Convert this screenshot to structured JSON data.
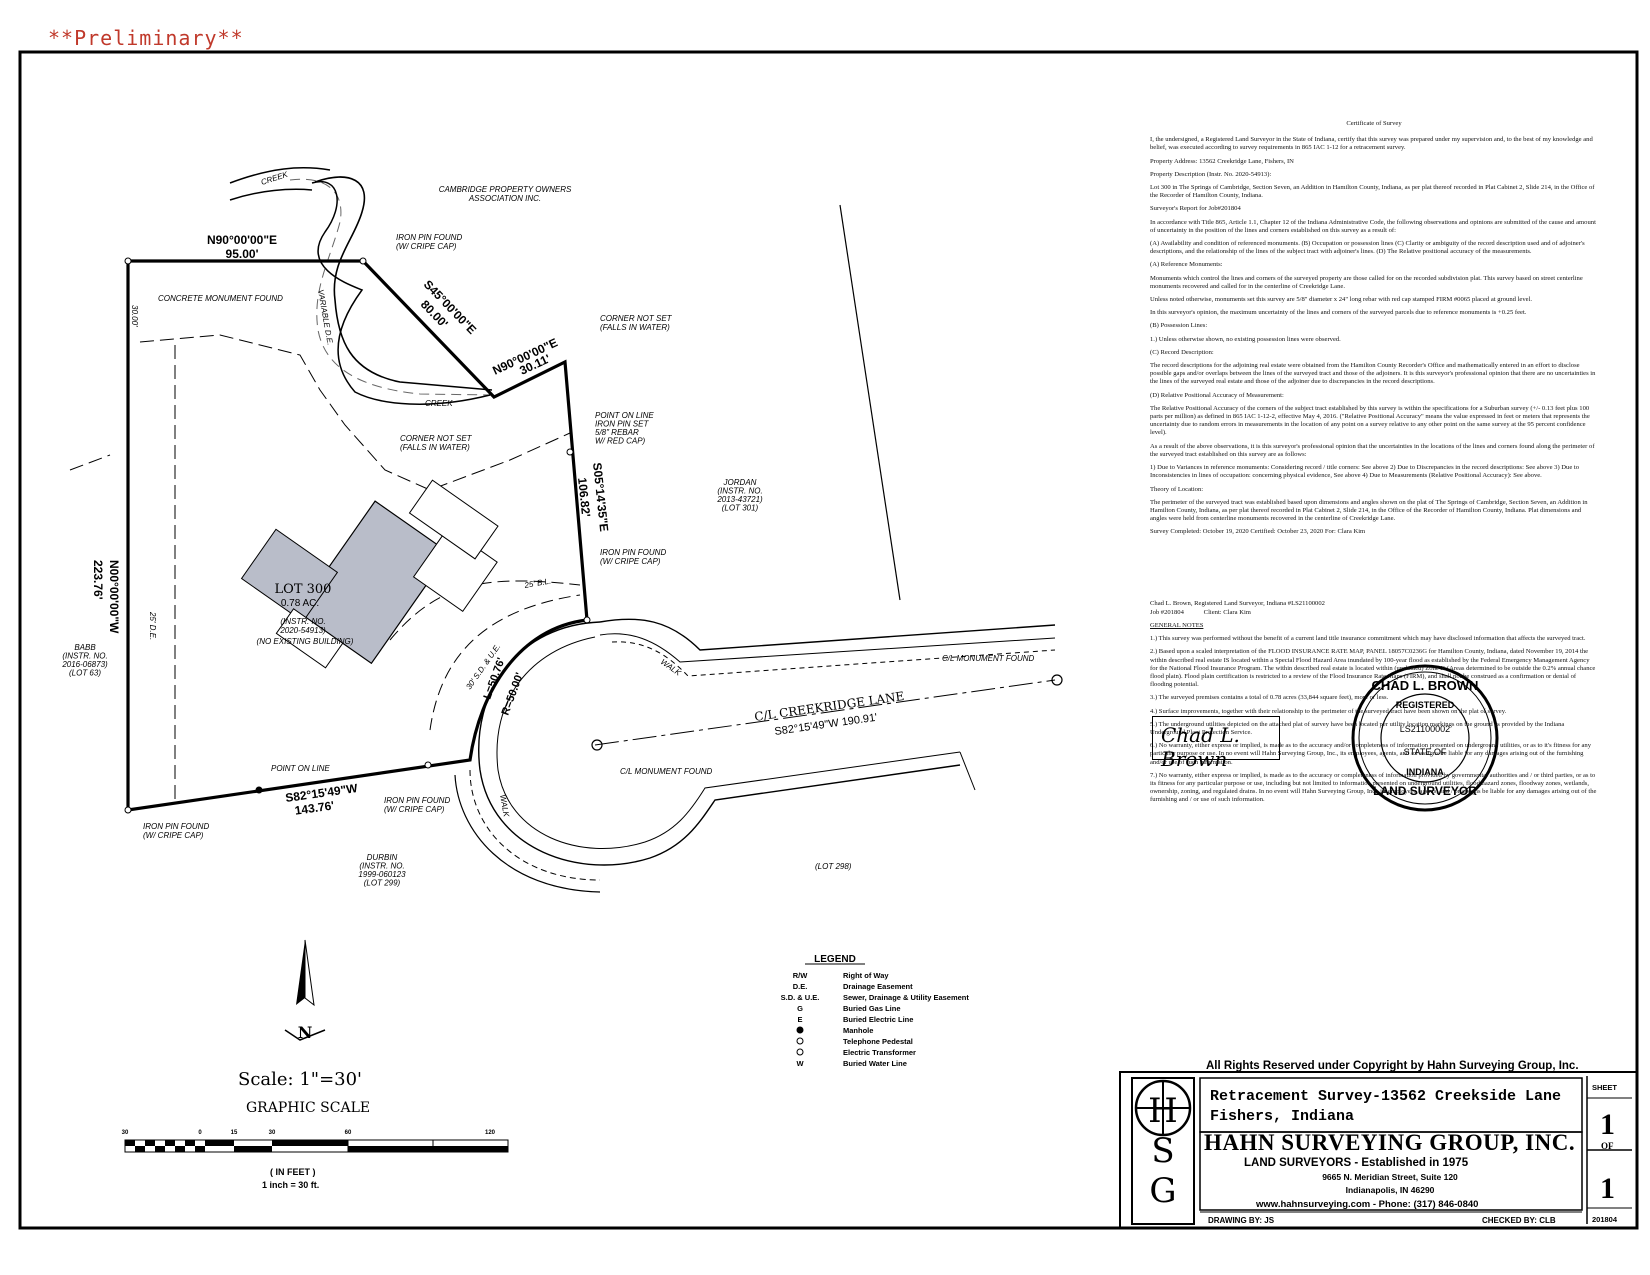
{
  "preliminary": "**Preliminary**",
  "certificate": {
    "title": "Certificate of Survey",
    "paragraphs": [
      "I, the undersigned, a Registered Land Surveyor in the State of Indiana, certify that this survey was prepared under my supervision and, to the best of my knowledge and belief, was executed according to survey requirements in 865 IAC 1-12 for a retracement survey.",
      "Property Address: 13562 Creekridge Lane, Fishers, IN",
      "Property Description (Instr. No. 2020-54913):",
      "Lot 300 in The Springs of Cambridge, Section Seven, an Addition in Hamilton County, Indiana, as per plat thereof recorded in Plat Cabinet 2, Slide 214, in the Office of the Recorder of Hamilton County, Indiana.",
      "Surveyor's Report for Job#201804",
      "In accordance with Title 865, Article 1.1, Chapter 12 of the Indiana Administrative Code, the following observations and opinions are submitted of the cause and amount of uncertainty in the position of the lines and corners established on this survey as a result of:",
      "(A) Availability and condition of referenced monuments. (B) Occupation or possession lines (C) Clarity or ambiguity of the record description used and of adjoiner's descriptions, and the relationship of the lines of the subject tract with adjoiner's lines. (D) The Relative positional accuracy of the measurements.",
      "(A) Reference Monuments:",
      "Monuments which control the lines and corners of the surveyed property are those called for on the recorded subdivision plat. This survey based on street centerline monuments recovered and called for in the centerline of Creekridge Lane.",
      "Unless noted otherwise, monuments set this survey are 5/8\" diameter x 24\" long rebar with red cap stamped FIRM #0065 placed at ground level.",
      "In this surveyor's opinion, the maximum uncertainty of the lines and corners of the surveyed parcels due to reference monuments is +0.25 feet.",
      "(B) Possession Lines:",
      "1.) Unless otherwise shown, no existing possession lines were observed.",
      "(C) Record Description:",
      "The record descriptions for the adjoining real estate were obtained from the Hamilton County Recorder's Office and mathematically entered in an effort to disclose possible gaps and/or overlaps between the lines of the surveyed tract and those of the adjoiners. It is this surveyor's professional opinion that there are no uncertainties in the lines of the surveyed real estate and those of the adjoiner due to discrepancies in the record descriptions.",
      "(D) Relative Positional Accuracy of Measurement:",
      "The Relative Positional Accuracy of the corners of the subject tract established by this survey is within the specifications for a Suburban survey (+/- 0.13 feet plus 100 parts per million) as defined in 865 IAC 1-12-2, effective May 4, 2016. (\"Relative Positional Accuracy\" means the value expressed in feet or meters that represents the uncertainty due to random errors in measurements in the location of any point on a survey relative to any other point on the same survey at the 95 percent confidence level).",
      "As a result of the above observations, it is this surveyor's professional opinion that the uncertainties in the locations of the lines and corners found along the perimeter of the surveyed tract established on this survey are as follows:",
      "1) Due to Variances in reference monuments: Considering record / title corners: See above 2) Due to Discrepancies in the record descriptions: See above 3) Due to Inconsistencies in lines of occupation: concerning physical evidence, See above 4) Due to Measurements (Relative Positional Accuracy): See above.",
      "Theory of Location:",
      "The perimeter of the surveyed tract was established based upon dimensions and angles shown on the plat of The Springs of Cambridge, Section Seven, an Addition in Hamilton County, Indiana, as per plat thereof recorded in Plat Cabinet 2, Slide 214, in the Office of the Recorder of Hamilton County, Indiana. Plat dimensions and angles were held from centerline monuments recovered in the centerline of Creekridge Lane.",
      "Survey Completed: October 19, 2020 Certified: October 23, 2020 For: Clara Kim"
    ],
    "signer": "Chad L. Brown, Registered Land Surveyor, Indiana #LS21100002",
    "job": "Job #201804",
    "client": "Client: Clara Kim",
    "notes_title": "GENERAL NOTES",
    "notes": [
      "1.) This survey was performed without the benefit of a current land title insurance commitment which may have disclosed information that affects the surveyed tract.",
      "2.) Based upon a scaled interpretation of the FLOOD INSURANCE RATE MAP, PANEL 18057C0236G for Hamilton County, Indiana, dated November 19, 2014 the within described real estate IS located within a Special Flood Hazard Area inundated by 100-year flood as established by the Federal Emergency Management Agency for the National Flood Insurance Program. The within described real estate is located within (unshaded) Zone X (Areas determined to be outside the 0.2% annual chance flood plain). Flood plain certification is restricted to a review of the Flood Insurance Rate Maps (FIRM), and shall not be construed as a confirmation or denial of flooding potential.",
      "3.) The surveyed premises contains a total of 0.78 acres (33,844 square feet), more or less.",
      "4.) Surface improvements, together with their relationship to the perimeter of the surveyed tract have been shown on the plat of survey.",
      "5.) The underground utilities depicted on the attached plat of survey have been located per utility location markings on the ground as provided by the Indiana Underground Plant Protection Service.",
      "6.) No warranty, either express or implied, is made as to the accuracy and/or completeness of information presented on underground utilities, or as to it's fitness for any particular purpose or use. In no event will Hahn Surveying Group, Inc., its employees, agents, and /or assigns be liable for any damages arising out of the furnishing and/or use of such information.",
      "7.) No warranty, either express or implied, is made as to the accuracy or completeness of information provided by governmental authorities and / or third parties, or as to its fitness for any particular purpose or use, including but not limited to information presented on underground utilities, flood hazard zones, floodway zones, wetlands, ownership, zoning, and regulated drains. In no event will Hahn Surveying Group, Inc., its employees, agents, and / or assigns be liable for any damages arising out of the furnishing and / or use of such information."
    ]
  },
  "seal": {
    "name": "CHAD L. BROWN",
    "registered": "REGISTERED",
    "number": "LS21100002",
    "state_of": "STATE OF",
    "state": "INDIANA",
    "profession": "LAND SURVEYOR"
  },
  "labels": {
    "creek_top": "CREEK",
    "creek_bottom": "CREEK",
    "cambridge": [
      "CAMBRIDGE PROPERTY OWNERS",
      "ASSOCIATION INC."
    ],
    "top_bearing": "N90°00'00\"E",
    "top_distance": "95.00'",
    "iron_pin_top": [
      "IRON PIN FOUND",
      "(W/ CRIPE CAP)"
    ],
    "concrete_monument": "CONCRETE MONUMENT FOUND",
    "dist_30": "30.00'",
    "variable_de": "VARIABLE D.E.",
    "diag_bearing": "S45°00'00\"E",
    "diag_distance": "80.00'",
    "corner_not_set_right": [
      "CORNER NOT SET",
      "(FALLS IN WATER)"
    ],
    "short_bearing": "N90°00'00\"E",
    "short_distance": "30.11'",
    "corner_not_set_left": [
      "CORNER NOT SET",
      "(FALLS IN WATER)"
    ],
    "point_on_line_right": [
      "POINT ON LINE",
      "IRON PIN SET",
      "5/8\" REBAR",
      "W/ RED CAP)"
    ],
    "right_bearing": "S05°14'35\"E",
    "right_distance": "106.82'",
    "jordan": [
      "JORDAN",
      "(INSTR. NO.",
      "2013-43721)",
      "(LOT 301)"
    ],
    "iron_pin_right": [
      "IRON PIN FOUND",
      "(W/ CRIPE CAP)"
    ],
    "bl": "25' B.L.",
    "lot": [
      "LOT 300",
      "0.78 AC.",
      "(INSTR. NO.",
      "2020-54913)",
      "(NO EXISTING BUILDING)"
    ],
    "left_bearing": "N00°00'00\"W",
    "left_distance": "223.76'",
    "de_left": "25' D.E.",
    "babb": [
      "BABB",
      "(INSTR. NO.",
      "2016-06873)",
      "(LOT 63)"
    ],
    "sde": "30' S.D. & U.E.",
    "arc_l": "L=50.76'",
    "arc_r": "R=50.00'",
    "walk_top": "WALK",
    "walk_bottom": "WALK",
    "monument_right": "C/L MONUMENT FOUND",
    "monument_left": "C/L MONUMENT FOUND",
    "street_name": "C/L CREEKRIDGE LANE",
    "street_bearing": "S82°15'49\"W   190.91'",
    "point_on_line_bottom": "POINT ON LINE",
    "bottom_bearing": "S82°15'49\"W",
    "bottom_distance": "143.76'",
    "iron_pin_bottom_mid": [
      "IRON PIN FOUND",
      "(W/ CRIPE CAP)"
    ],
    "iron_pin_bottom_left": [
      "IRON PIN FOUND",
      "(W/ CRIPE CAP)"
    ],
    "durbin": [
      "DURBIN",
      "(INSTR. NO.",
      "1999-060123",
      "(LOT 299)"
    ],
    "lot_298": "(LOT 298)"
  },
  "legend": {
    "title": "LEGEND",
    "items": [
      {
        "symbol": "R/W",
        "text": "Right of Way"
      },
      {
        "symbol": "D.E.",
        "text": "Drainage Easement"
      },
      {
        "symbol": "S.D. & U.E.",
        "text": "Sewer, Drainage & Utility Easement"
      },
      {
        "symbol": "G",
        "text": "Buried Gas Line"
      },
      {
        "symbol": "E",
        "text": "Buried Electric Line"
      },
      {
        "symbol": "",
        "text": "Manhole"
      },
      {
        "symbol": "",
        "text": "Telephone Pedestal"
      },
      {
        "symbol": "",
        "text": "Electric Transformer"
      },
      {
        "symbol": "W",
        "text": "Buried Water Line"
      }
    ]
  },
  "scale": {
    "statement": "Scale:  1\"=30'",
    "graphic": "GRAPHIC SCALE",
    "ticks": [
      "30",
      "0",
      "15",
      "30",
      "60",
      "120"
    ],
    "in_feet": "( IN FEET )",
    "inch": "1 inch  =  30  ft."
  },
  "north": "N",
  "title_block": {
    "copyright": "All Rights Reserved under Copyright by Hahn Surveying Group, Inc.",
    "title_line1": "Retracement Survey-13562 Creekside Lane",
    "title_line2": "Fishers, Indiana",
    "company": "HAHN SURVEYING GROUP, INC.",
    "sub": "LAND SURVEYORS - Established in 1975",
    "addr1": "9665 N. Meridian Street, Suite 120",
    "addr2": "Indianapolis, IN 46290",
    "web": "www.hahnsurveying.com - Phone: (317) 846-0840",
    "drawn": "DRAWING BY: JS",
    "checked": "CHECKED BY: CLB",
    "sheet_label": "SHEET",
    "sheet_no": "1",
    "sheet_of": "OF",
    "sheet_total": "1",
    "job_no": "201804",
    "logo_letters": [
      "H",
      "S",
      "G"
    ]
  },
  "colors": {
    "prelim": "#c0392b",
    "line": "#000000",
    "building": "#b9bdc9"
  }
}
